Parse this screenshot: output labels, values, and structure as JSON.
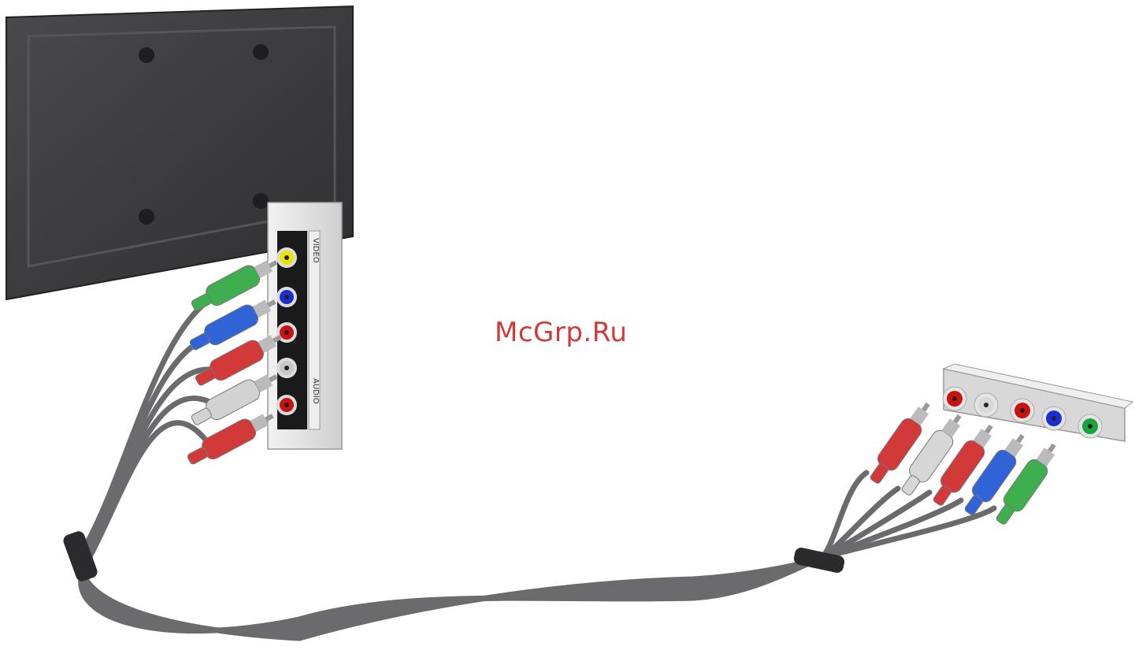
{
  "watermark": "McGrp.Ru",
  "tv_panel": {
    "video_label": "VIDEO",
    "audio_label": "AUDIO",
    "jacks": [
      {
        "name": "jack-yellow",
        "color": "#e6e600"
      },
      {
        "name": "jack-blue",
        "color": "#1a2fd0"
      },
      {
        "name": "jack-red",
        "color": "#cc1111"
      },
      {
        "name": "jack-white",
        "color": "#c8c8c8"
      },
      {
        "name": "jack-red-2",
        "color": "#cc1111"
      }
    ]
  },
  "device_panel": {
    "jacks": [
      {
        "name": "device-jack-red",
        "color": "#cc1111"
      },
      {
        "name": "device-jack-white",
        "color": "#d8d8d8"
      },
      {
        "name": "device-jack-red-2",
        "color": "#cc1111"
      },
      {
        "name": "device-jack-blue",
        "color": "#1a2fd0"
      },
      {
        "name": "device-jack-green",
        "color": "#1aa33a"
      }
    ]
  },
  "left_plugs": [
    {
      "name": "plug-green",
      "color": "#3fae4f"
    },
    {
      "name": "plug-blue",
      "color": "#2f63d6"
    },
    {
      "name": "plug-red",
      "color": "#d23a3a"
    },
    {
      "name": "plug-white",
      "color": "#d2d2d2"
    },
    {
      "name": "plug-red-2",
      "color": "#d23a3a"
    }
  ],
  "right_plugs": [
    {
      "name": "plug-red-r",
      "color": "#d23a3a"
    },
    {
      "name": "plug-white-r",
      "color": "#d6d6d6"
    },
    {
      "name": "plug-red-r2",
      "color": "#d23a3a"
    },
    {
      "name": "plug-blue-r",
      "color": "#2f63d6"
    },
    {
      "name": "plug-green-r",
      "color": "#3fae4f"
    }
  ],
  "colors": {
    "tv_body": "#3c3c3e",
    "tv_edge": "#5a5a5c",
    "cable": "#6b6b6d",
    "panel": "#e6e6e6"
  }
}
